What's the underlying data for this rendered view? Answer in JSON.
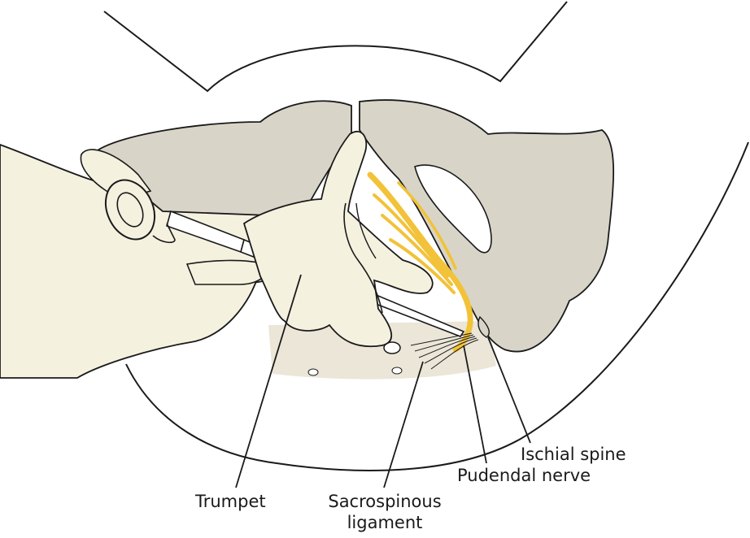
{
  "labels": {
    "trumpet": "Trumpet",
    "sacrospinous_line1": "Sacrospinous",
    "sacrospinous_line2": "ligament",
    "pudendal_nerve": "Pudendal nerve",
    "ischial_spine": "Ischial spine"
  },
  "colors": {
    "bone": "#d8d5c8",
    "glove": "#f4f1df",
    "nerve": "#f2c238",
    "ligament_shadow": "#ebe6d8",
    "outline": "#1a1a1a"
  }
}
